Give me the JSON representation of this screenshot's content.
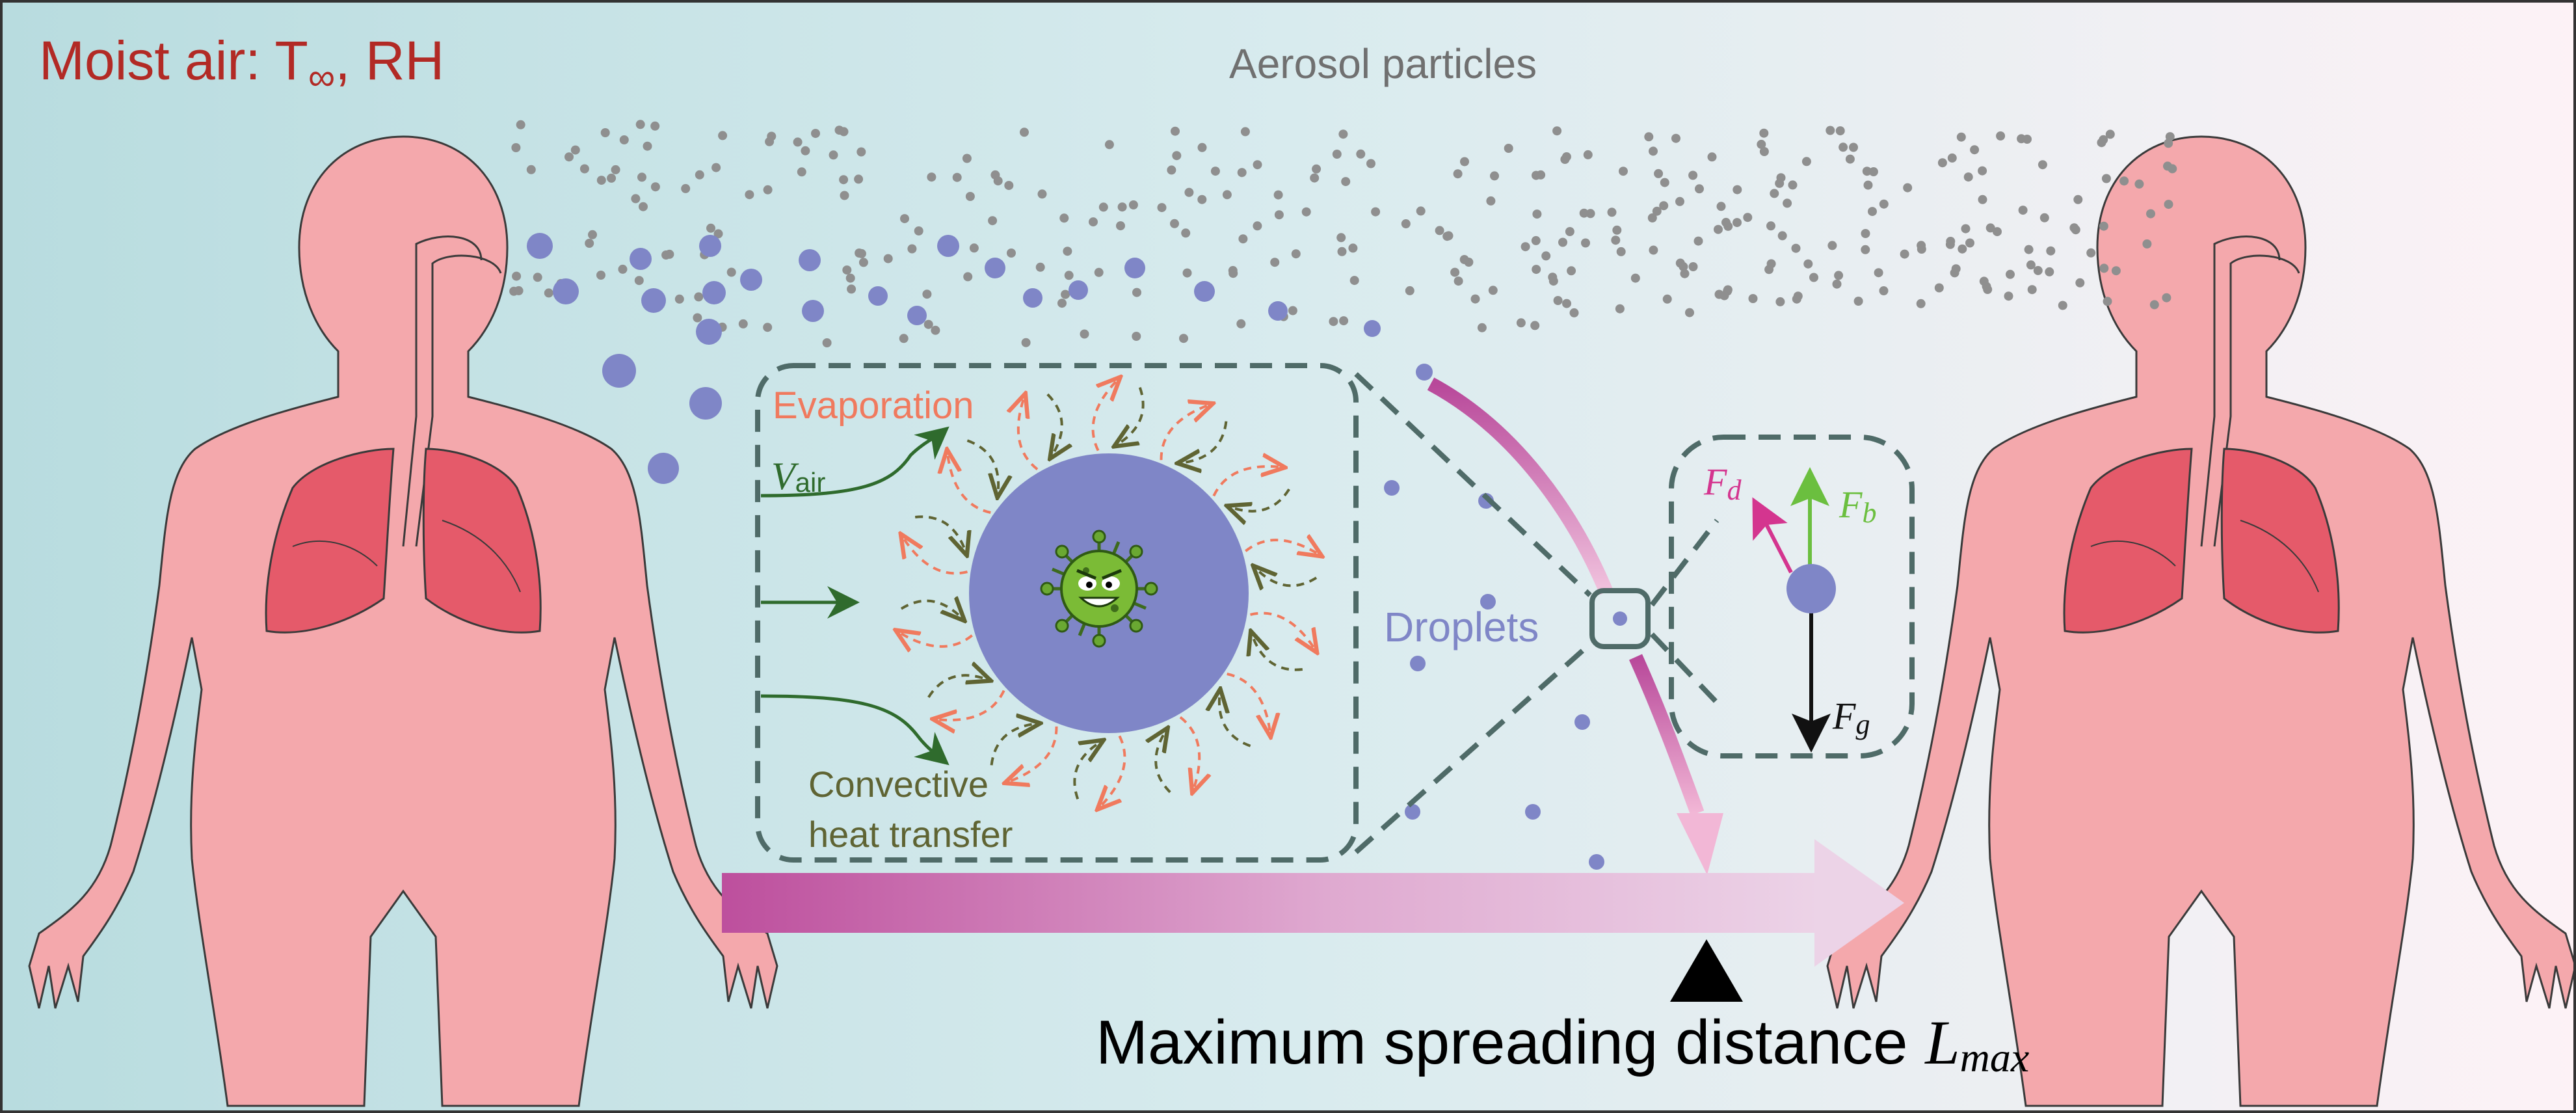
{
  "labels": {
    "moist_air_prefix": "Moist air: T",
    "moist_air_inf": "∞",
    "moist_air_suffix": ", RH",
    "aerosol": "Aerosol particles",
    "evaporation": "Evaporation",
    "v_main": "V",
    "v_sub": "air",
    "convective_1": "Convective",
    "convective_2": "heat transfer",
    "droplets": "Droplets",
    "fd_main": "F",
    "fd_sub": "d",
    "fb_main": "F",
    "fb_sub": "b",
    "fg_main": "F",
    "fg_sub": "g",
    "lmax_text": "Maximum spreading distance ",
    "lmax_main": "L",
    "lmax_sub": "max"
  },
  "colors": {
    "bg_left": "#b9dde0",
    "bg_right": "#fdf3f6",
    "body": "#f4a8ac",
    "lung": "#e55a6a",
    "droplet": "#7f86c7",
    "aerosol": "#8f8f8f",
    "inset_border": "#4f6b68",
    "evaporation": "#f07a5e",
    "flow": "#2f6b2d",
    "convective": "#5f6433",
    "title": "#b22a25",
    "fd": "#d4358f",
    "fb": "#6bbf3f",
    "spread_arrow": "#c0559f"
  },
  "icons": [
    "virus-icon",
    "triangle-marker-icon"
  ]
}
